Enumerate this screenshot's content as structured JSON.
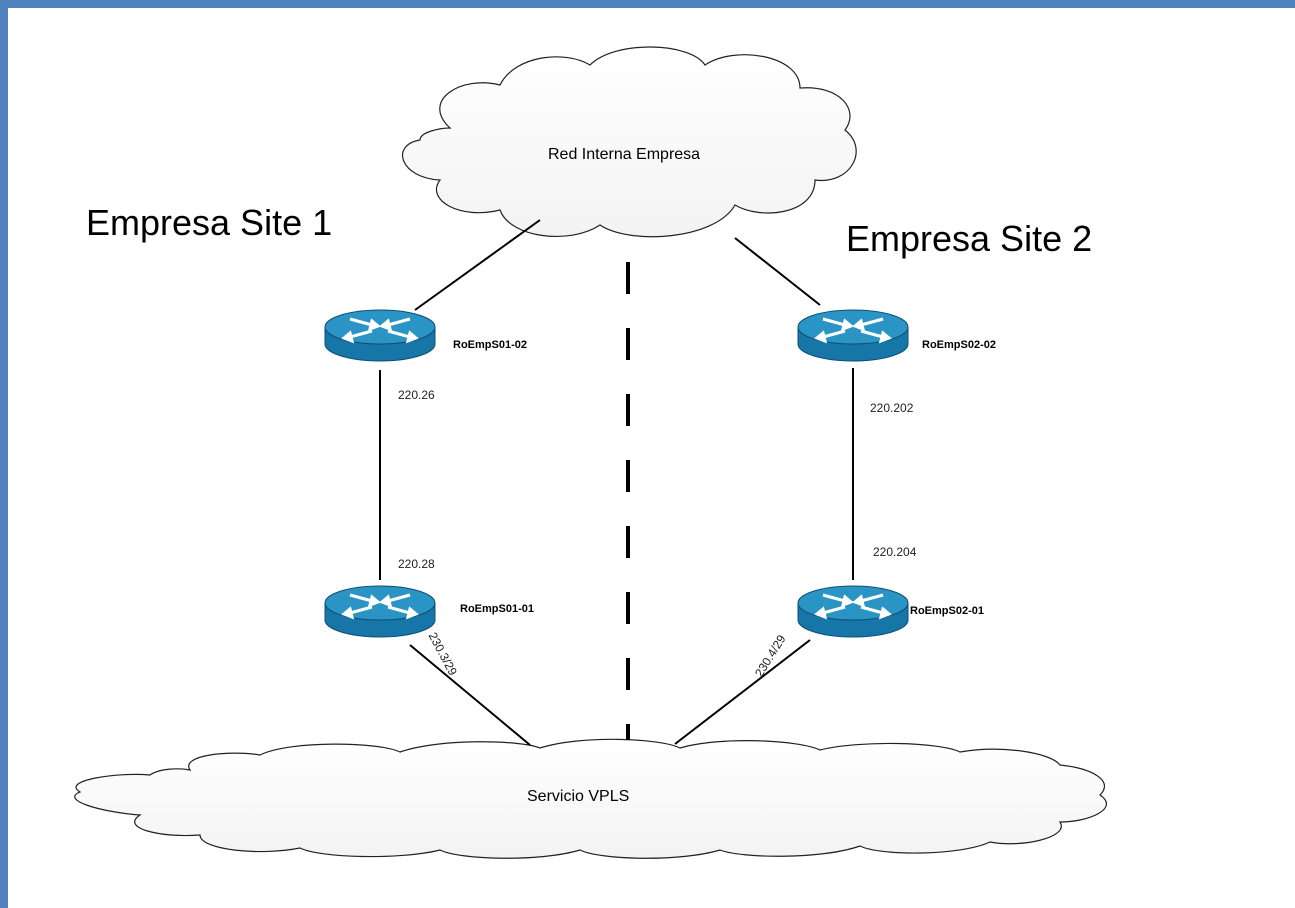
{
  "clouds": {
    "top_label": "Red Interna Empresa",
    "bottom_label": "Servicio VPLS"
  },
  "sites": {
    "site1_title": "Empresa Site 1",
    "site2_title": "Empresa Site 2"
  },
  "routers": {
    "s1_upper": "RoEmpS01-02",
    "s1_lower": "RoEmpS01-01",
    "s2_upper": "RoEmpS02-02",
    "s2_lower": "RoEmpS02-01"
  },
  "links": {
    "s1_upper_ip": "220.26",
    "s1_lower_ip": "220.28",
    "s2_upper_ip": "220.202",
    "s2_lower_ip": "220.204",
    "s1_vpls_ip": "230.3/29",
    "s2_vpls_ip": "230.4/29"
  },
  "colors": {
    "frame": "#4f81bd",
    "router_top": "#2a95c5",
    "router_side": "#1676a8",
    "line": "#000000"
  }
}
